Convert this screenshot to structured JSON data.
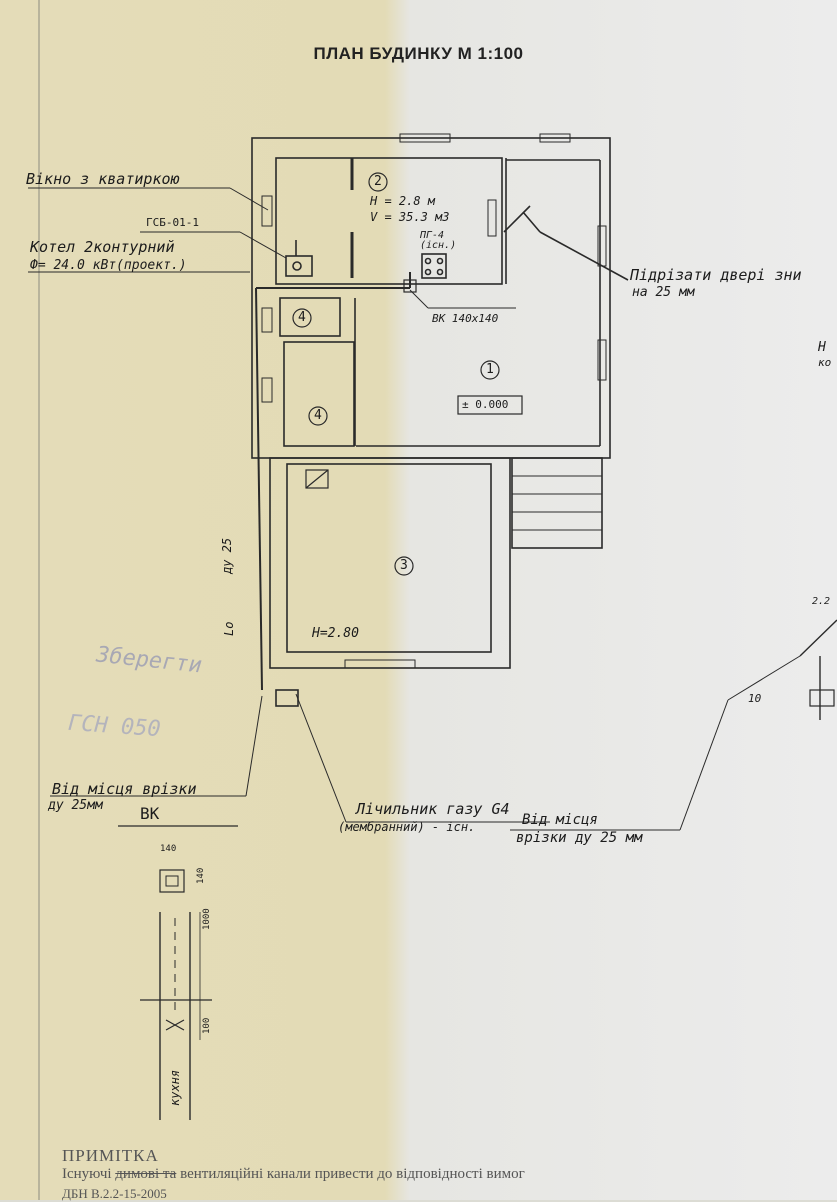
{
  "title": "ПЛАН БУДИНКУ  М 1:100",
  "labels": {
    "window": "Вікно з кватиркою",
    "gsb": "ГСБ-01-1",
    "boiler1": "Котел 2контурний",
    "boiler2": "Ф= 24.0 кВт(проект.)",
    "height_room2": "Н = 2.8 м",
    "volume_room2": "V = 35.3 м3",
    "stove1": "ПГ-4",
    "stove2": "(існ.)",
    "vk_size": "ВК 140х140",
    "zero_mark": "± 0.000",
    "height_room3": "Н=2.80",
    "pipe_dy": "ду 25",
    "pipe_lo": "Lo",
    "cut_door1": "Підрізати двері зни",
    "cut_door2": "на 25 мм",
    "meter1": "Лічильник газу G4",
    "meter2": "(мембранний) - існ.",
    "tie_in_left1": "Від місця врізки",
    "tie_in_left2": "ду 25мм",
    "tie_in_right1": "Від місця",
    "tie_in_right2": "врізки ду 25 мм",
    "length_10": "10",
    "right_edge1": "Н",
    "right_edge2": "ко",
    "right_edge3": "2.2",
    "faded1": "Зберегти",
    "faded2": "ГСН 050",
    "vk_title": "ВК",
    "vk_dim_top": "140",
    "vk_dim_side": "140",
    "vk_dim_1000": "1000",
    "vk_dim_100": "100",
    "vk_kitchen": "кухня",
    "note_title": "ПРИМІТКА",
    "note_pre": "Існуючі ",
    "note_strike": "димові та",
    "note_post": " вентиляційні канали привести до відповідності вимог",
    "note_code": "ДБН В.2.2-15-2005"
  },
  "rooms": [
    "1",
    "2",
    "3",
    "4",
    "4"
  ]
}
